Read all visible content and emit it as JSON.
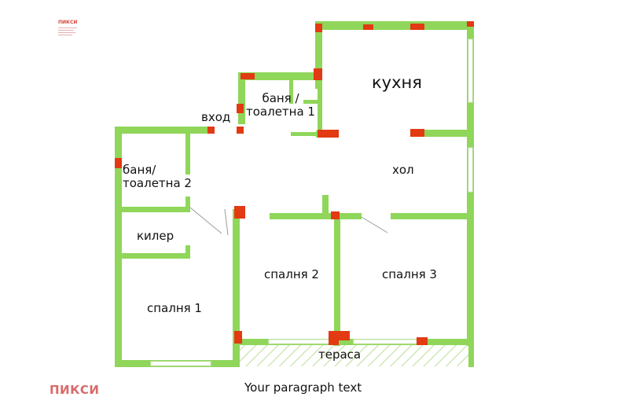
{
  "brand": {
    "name": "ПИКСИ",
    "logo_name": "ПИКСИ",
    "color": "#d96a6a",
    "logo_color": "#d8443c"
  },
  "colors": {
    "wall": "#8fd65a",
    "column": "#e23a12",
    "window": "#ffffff",
    "terrace_hatch": "#cfe8b8",
    "door_swing": "#9a9a9a"
  },
  "rooms": {
    "kitchen": "кухня",
    "bath1": "баня /\nтоалетна 1",
    "entrance": "вход",
    "hall": "хол",
    "bath2": "баня/\nтоалетна 2",
    "closet": "килер",
    "bedroom1": "спалня 1",
    "bedroom2": "спалня 2",
    "bedroom3": "спалня 3",
    "terrace": "тераса"
  },
  "caption": "Your paragraph text"
}
